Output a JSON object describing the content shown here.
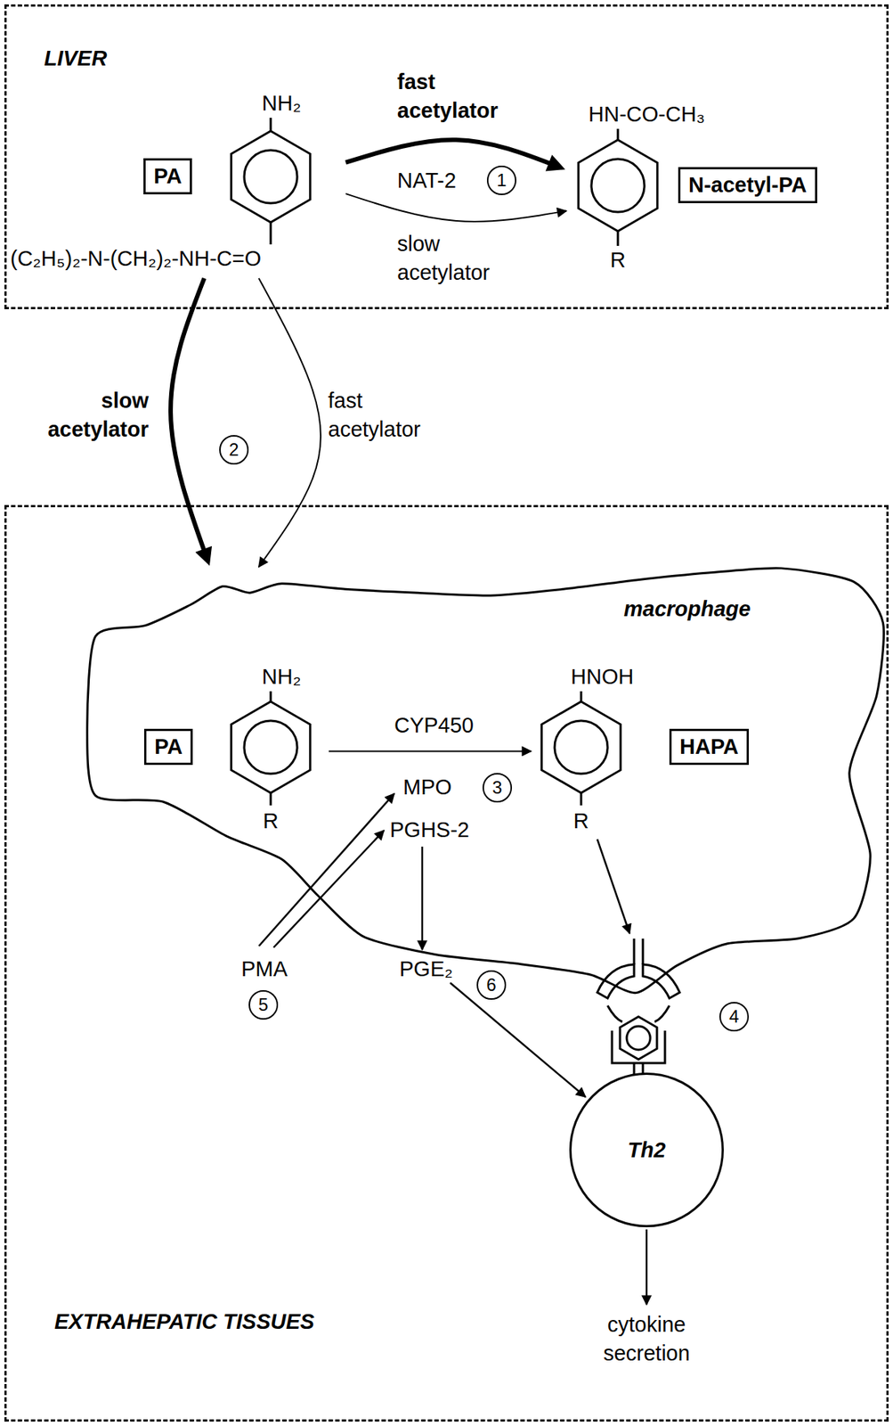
{
  "diagram": {
    "nodes": [
      {
        "text": [
          "LIVER"
        ]
      },
      {
        "text": [
          "PA",
          "NH₂",
          "(C₂H₅)₂-N-(CH₂)₂-NH-C=O"
        ],
        "in": 0
      },
      {
        "text": [
          "HN-CO-CH₃",
          "N-acetyl-PA",
          "R"
        ],
        "in": 0
      },
      {
        "text": [
          "EXTRAHEPATIC TISSUES"
        ]
      },
      {
        "text": [
          "macrophage"
        ],
        "in": 3
      },
      {
        "text": [
          "PA",
          "NH₂",
          "R"
        ],
        "in": 4
      },
      {
        "text": [
          "HNOH",
          "HAPA",
          "R"
        ],
        "in": 4
      },
      {
        "text": [
          "Th2"
        ],
        "in": 3
      }
    ],
    "edges": [
      {
        "from": 1,
        "to": 2,
        "arrow": "to",
        "label": "fast acetylator"
      },
      {
        "from": 1,
        "to": 2,
        "arrow": "to",
        "label": "slow acetylator"
      },
      {
        "from": 1,
        "to": 4,
        "arrow": "to",
        "label": "slow acetylator"
      },
      {
        "from": 1,
        "to": 4,
        "arrow": "to",
        "label": "fast acetylator"
      },
      {
        "from": 5,
        "to": 6,
        "arrow": "to",
        "label": "CYP450"
      }
    ],
    "labels": [
      "NAT-2",
      "1",
      "2",
      "MPO",
      "3",
      "PGHS-2",
      "PMA",
      "5",
      "PGE₂",
      "6",
      "4",
      "cytokine secretion"
    ]
  }
}
